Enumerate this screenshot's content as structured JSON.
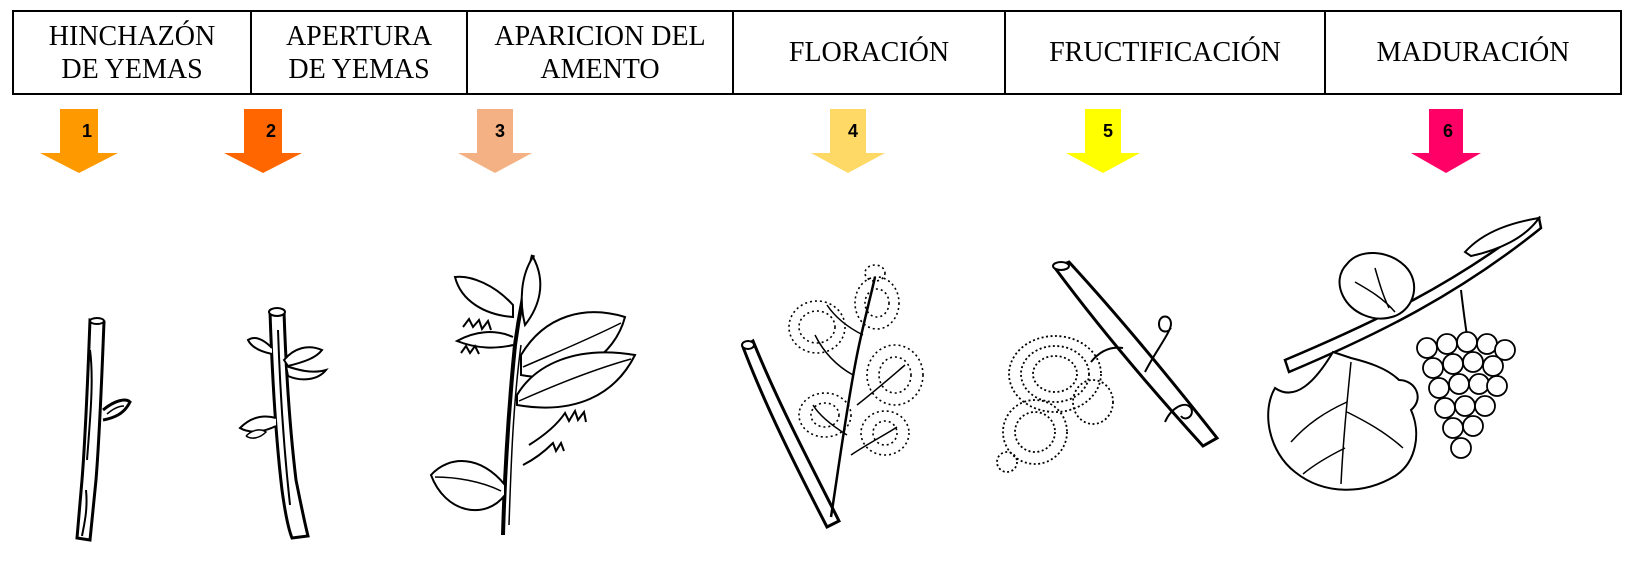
{
  "stages": [
    {
      "label": "HINCHAZÓN\nDE YEMAS",
      "number": "1",
      "color": "#FF9900"
    },
    {
      "label": "APERTURA\nDE YEMAS",
      "number": "2",
      "color": "#FF6600"
    },
    {
      "label": "APARICION DEL\nAMENTO",
      "number": "3",
      "color": "#F4B183"
    },
    {
      "label": "FLORACIÓN",
      "number": "4",
      "color": "#FFD966"
    },
    {
      "label": "FRUCTIFICACIÓN",
      "number": "5",
      "color": "#FFFF00"
    },
    {
      "label": "MADURACIÓN",
      "number": "6",
      "color": "#FF0066"
    }
  ]
}
